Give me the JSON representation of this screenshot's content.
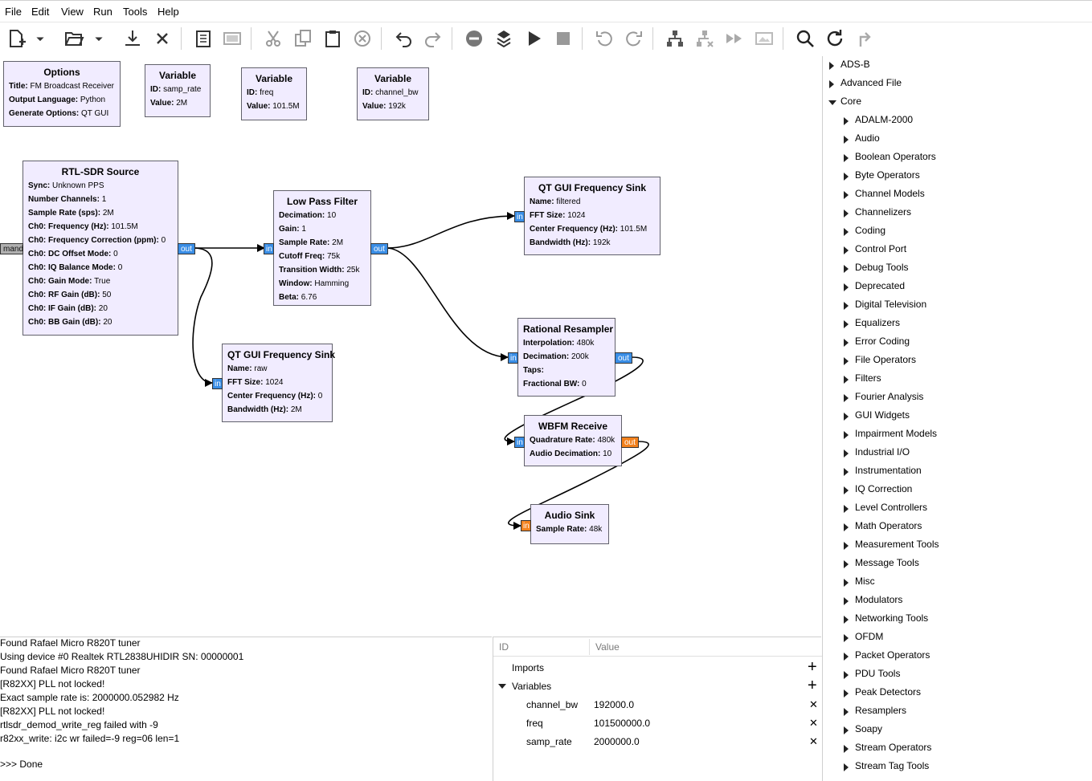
{
  "menu": [
    "File",
    "Edit",
    "View",
    "Run",
    "Tools",
    "Help"
  ],
  "toolbar_icons": [
    "new-file-icon",
    "dropdown-icon",
    "open-folder-icon",
    "dropdown-icon",
    "save-icon",
    "close-icon",
    "report-icon",
    "screenshot-icon",
    "cut-icon",
    "copy-icon",
    "paste-icon",
    "delete-icon",
    "undo-icon",
    "redo-icon",
    "disable-icon",
    "bypass-icon",
    "run-icon",
    "stop-icon",
    "rotate-ccw-icon",
    "rotate-cw-icon",
    "connect-icon",
    "disconnect-icon",
    "forward-icon",
    "image-icon",
    "find-icon",
    "reload-icon",
    "back-icon"
  ],
  "blocks": {
    "options": {
      "title": "Options",
      "rows": [
        [
          "Title:",
          "FM Broadcast Receiver"
        ],
        [
          "Output Language:",
          "Python"
        ],
        [
          "Generate Options:",
          "QT GUI"
        ]
      ]
    },
    "var_samp": {
      "title": "Variable",
      "rows": [
        [
          "ID:",
          "samp_rate"
        ],
        [
          "Value:",
          "2M"
        ]
      ]
    },
    "var_freq": {
      "title": "Variable",
      "rows": [
        [
          "ID:",
          "freq"
        ],
        [
          "Value:",
          "101.5M"
        ]
      ]
    },
    "var_bw": {
      "title": "Variable",
      "rows": [
        [
          "ID:",
          "channel_bw"
        ],
        [
          "Value:",
          "192k"
        ]
      ]
    },
    "rtl": {
      "title": "RTL-SDR Source",
      "rows": [
        [
          "Sync:",
          "Unknown PPS"
        ],
        [
          "Number Channels:",
          "1"
        ],
        [
          "Sample Rate (sps):",
          "2M"
        ],
        [
          "Ch0: Frequency (Hz):",
          "101.5M"
        ],
        [
          "Ch0: Frequency Correction (ppm):",
          "0"
        ],
        [
          "Ch0: DC Offset Mode:",
          "0"
        ],
        [
          "Ch0: IQ Balance Mode:",
          "0"
        ],
        [
          "Ch0: Gain Mode:",
          "True"
        ],
        [
          "Ch0: RF Gain (dB):",
          "50"
        ],
        [
          "Ch0: IF Gain (dB):",
          "20"
        ],
        [
          "Ch0: BB Gain (dB):",
          "20"
        ]
      ]
    },
    "lpf": {
      "title": "Low Pass Filter",
      "rows": [
        [
          "Decimation:",
          "10"
        ],
        [
          "Gain:",
          "1"
        ],
        [
          "Sample Rate:",
          "2M"
        ],
        [
          "Cutoff Freq:",
          "75k"
        ],
        [
          "Transition Width:",
          "25k"
        ],
        [
          "Window:",
          "Hamming"
        ],
        [
          "Beta:",
          "6.76"
        ]
      ]
    },
    "sink_filtered": {
      "title": "QT GUI Frequency Sink",
      "rows": [
        [
          "Name:",
          "filtered"
        ],
        [
          "FFT Size:",
          "1024"
        ],
        [
          "Center Frequency (Hz):",
          "101.5M"
        ],
        [
          "Bandwidth (Hz):",
          "192k"
        ]
      ]
    },
    "sink_raw": {
      "title": "QT GUI Frequency Sink",
      "rows": [
        [
          "Name:",
          "raw"
        ],
        [
          "FFT Size:",
          "1024"
        ],
        [
          "Center Frequency (Hz):",
          "0"
        ],
        [
          "Bandwidth (Hz):",
          "2M"
        ]
      ]
    },
    "resampler": {
      "title": "Rational Resampler",
      "rows": [
        [
          "Interpolation:",
          "480k"
        ],
        [
          "Decimation:",
          "200k"
        ],
        [
          "Taps:",
          ""
        ],
        [
          "Fractional BW:",
          "0"
        ]
      ]
    },
    "wbfm": {
      "title": "WBFM Receive",
      "rows": [
        [
          "Quadrature Rate:",
          "480k"
        ],
        [
          "Audio Decimation:",
          "10"
        ]
      ]
    },
    "audio": {
      "title": "Audio Sink",
      "rows": [
        [
          "Sample Rate:",
          "48k"
        ]
      ]
    }
  },
  "ports": {
    "in": "in",
    "out": "out",
    "command": "mand"
  },
  "console": [
    "Found Rafael Micro R820T tuner",
    "Using device #0 Realtek RTL2838UHIDIR SN: 00000001",
    "Found Rafael Micro R820T tuner",
    "[R82XX] PLL not locked!",
    "Exact sample rate is: 2000000.052982 Hz",
    "[R82XX] PLL not locked!",
    "rtlsdr_demod_write_reg failed with -9",
    "r82xx_write: i2c wr failed=-9 reg=06 len=1",
    "",
    ">>> Done"
  ],
  "variables_panel": {
    "col_id": "ID",
    "col_value": "Value",
    "imports": "Imports",
    "variables": "Variables",
    "rows": [
      {
        "id": "channel_bw",
        "value": "192000.0"
      },
      {
        "id": "freq",
        "value": "101500000.0"
      },
      {
        "id": "samp_rate",
        "value": "2000000.0"
      }
    ]
  },
  "block_tree": {
    "top": [
      "ADS-B",
      "Advanced File"
    ],
    "core": "Core",
    "core_children": [
      "ADALM-2000",
      "Audio",
      "Boolean Operators",
      "Byte Operators",
      "Channel Models",
      "Channelizers",
      "Coding",
      "Control Port",
      "Debug Tools",
      "Deprecated",
      "Digital Television",
      "Equalizers",
      "Error Coding",
      "File Operators",
      "Filters",
      "Fourier Analysis",
      "GUI Widgets",
      "Impairment Models",
      "Industrial I/O",
      "Instrumentation",
      "IQ Correction",
      "Level Controllers",
      "Math Operators",
      "Measurement Tools",
      "Message Tools",
      "Misc",
      "Modulators",
      "Networking Tools",
      "OFDM",
      "Packet Operators",
      "PDU Tools",
      "Peak Detectors",
      "Resamplers",
      "Soapy",
      "Stream Operators",
      "Stream Tag Tools"
    ]
  }
}
